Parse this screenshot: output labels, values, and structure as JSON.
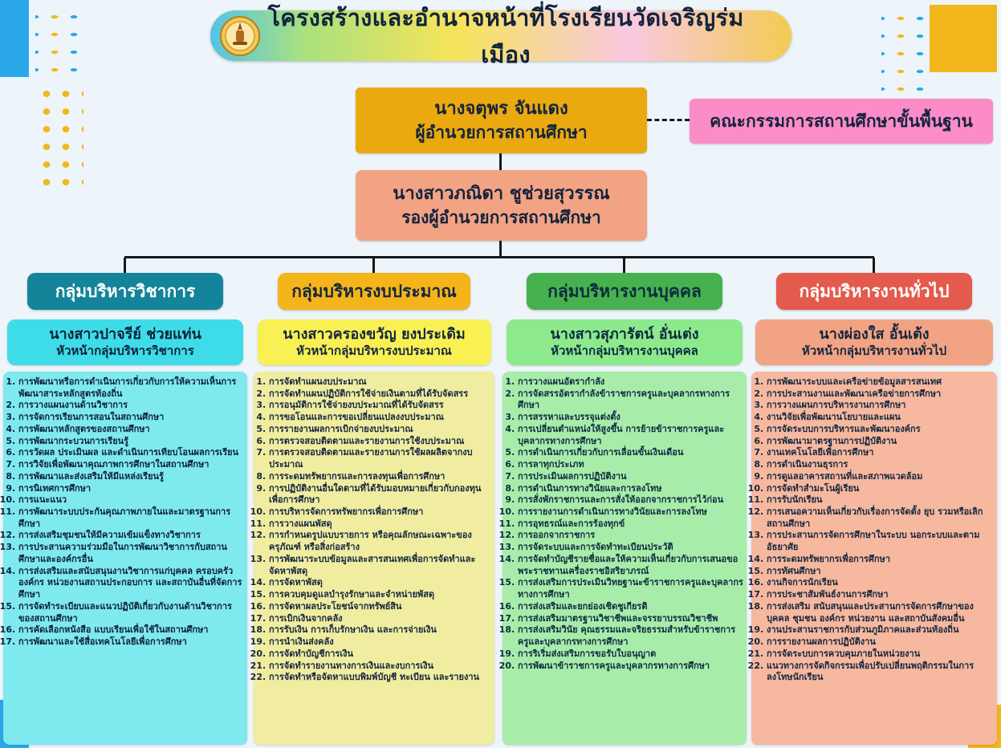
{
  "title": "โครงสร้างและอำนาจหน้าที่โรงเรียนวัดเจริญร่มเมือง",
  "banner": {
    "logo_icon": "ministry-of-education-emblem"
  },
  "colors": {
    "page_bg": "#edf4fa",
    "line": "#17181b",
    "accent_blue": "#2aa7e8",
    "accent_yellow": "#f2b71c",
    "title_text": "#12233d",
    "director_bg": "#e9a90f",
    "committee_bg": "#fb8cc8",
    "deputy_bg": "#f2a384"
  },
  "director": {
    "name": "นางจตุพร จันแดง",
    "role": "ผู้อำนวยการสถานศึกษา"
  },
  "committee": {
    "label": "คณะกรรมการสถานศึกษาขั้นพื้นฐาน"
  },
  "deputy": {
    "name": "นางสาวภณิดา ชูช่วยสุวรรณ",
    "role": "รองผู้อำนวยการสถานศึกษา"
  },
  "groups": [
    {
      "title": "กลุ่มบริหารวิชาการ",
      "head_name": "นางสาวปาจรีย์ ช่วยแท่น",
      "head_role": "หัวหน้ากลุ่มบริหารวิชาการ",
      "colors": {
        "header_bg": "#13849a",
        "header_text": "#ffffff",
        "name_bg": "#3edce8",
        "list_bg": "#7fe9f0",
        "text": "#0d2137"
      },
      "duties": [
        "การพัฒนาหรือการดำเนินการเกี่ยวกับการให้ความเห็นการพัฒนาสาระหลักสูตรท้องถิ่น",
        "การวางแผนงานด้านวิชาการ",
        "การจัดการเรียนการสอนในสถานศึกษา",
        "การพัฒนาหลักสูตรของสถานศึกษา",
        "การพัฒนากระบวนการเรียนรู้",
        "การวัดผล ประเมินผล และดำเนินการเทียบโอนผลการเรียน",
        "การวิจัยเพื่อพัฒนาคุณภาพการศึกษาในสถานศึกษา",
        "การพัฒนาและส่งเสริมให้มีแหล่งเรียนรู้",
        "การนิเทศการศึกษา",
        "การแนะแนว",
        "การพัฒนาระบบประกันคุณภาพภายในและมาตรฐานการศึกษา",
        "การส่งเสริมชุมชนให้มีความเข้มแข็งทางวิชาการ",
        "การประสานความร่วมมือในการพัฒนาวิชาการกับสถานศึกษาและองค์กรอื่น",
        "การส่งเสริมและสนับสนุนงานวิชาการแก่บุคคล ครอบครัว องค์กร หน่วยงานสถานประกอบการ และสถาบันอื่นที่จัดการศึกษา",
        "การจัดทำระเบียบและแนวปฏิบัติเกี่ยวกับงานด้านวิชาการของสถานศึกษา",
        "การคัดเลือกหนังสือ แบบเรียนเพื่อใช้ในสถานศึกษา",
        "การพัฒนาและใช้สื่อเทคโนโลยีเพื่อการศึกษา"
      ]
    },
    {
      "title": "กลุ่มบริหารงบประมาณ",
      "head_name": "นางสาวครองขวัญ ยงประเดิม",
      "head_role": "หัวหน้ากลุ่มบริหารงบประมาณ",
      "colors": {
        "header_bg": "#f4b41a",
        "header_text": "#14263e",
        "name_bg": "#f9f154",
        "list_bg": "#f0eda1",
        "text": "#14263e"
      },
      "duties": [
        "การจัดทำแผนงบประมาณ",
        "การจัดทำแผนปฏิบัติการใช้จ่ายเงินตามที่ได้รับจัดสรร",
        "การอนุมัติการใช้จ่ายงบประมาณที่ได้รับจัดสรร",
        "การขอโอนและการขอเปลี่ยนแปลงงบประมาณ",
        "การรายงานผลการเบิกจ่ายงบประมาณ",
        "การตรวจสอบติดตามและรายงานการใช้งบประมาณ",
        "การตรวจสอบติดตามและรายงานการใช้ผลผลิตจากงบประมาณ",
        "การระดมทรัพยากรและการลงทุนเพื่อการศึกษา",
        "การปฏิบัติงานอื่นใดตามที่ได้รับมอบหมายเกี่ยวกับกองทุนเพื่อการศึกษา",
        "การบริหารจัดการทรัพยากรเพื่อการศึกษา",
        "การวางแผนพัสดุ",
        "การกำหนดรูปแบบรายการ หรือคุณลักษณะเฉพาะของครุภัณฑ์ หรือสิ่งก่อสร้าง",
        "การพัฒนาระบบข้อมูลและสารสนเทศเพื่อการจัดทำและจัดหาพัสดุ",
        "การจัดหาพัสดุ",
        "การควบคุมดูแลบำรุงรักษาและจำหน่ายพัสดุ",
        "การจัดหาผลประโยชน์จากทรัพย์สิน",
        "การเบิกเงินจากคลัง",
        "การรับเงิน การเก็บรักษาเงิน และการจ่ายเงิน",
        "การนำเงินส่งคลัง",
        "การจัดทำบัญชีการเงิน",
        "การจัดทำรายงานทางการเงินและงบการเงิน",
        "การจัดทำหรือจัดหาแบบพิมพ์บัญชี ทะเบียน และรายงาน"
      ]
    },
    {
      "title": "กลุ่มบริหารงานบุคคล",
      "head_name": "นางสาวสุภารัตน์ อั่นเต่ง",
      "head_role": "หัวหน้ากลุ่มบริหารงานบุคคล",
      "colors": {
        "header_bg": "#46b14e",
        "header_text": "#0e2a3f",
        "name_bg": "#8cea8c",
        "list_bg": "#a8ecaa",
        "text": "#0e2a3f"
      },
      "duties": [
        "การวางแผนอัตรากำลัง",
        "การจัดสรรอัตรากำลังข้าราชการครูและบุคลากรทางการศึกษา",
        "การสรรหาและบรรจุแต่งตั้ง",
        "การเปลี่ยนตำแหน่งให้สูงขึ้น การย้ายข้าราชการครูและบุคลากรทางการศึกษา",
        "การดำเนินการเกี่ยวกับการเลื่อนขั้นเงินเดือน",
        "การลาทุกประเภท",
        "การประเมินผลการปฏิบัติงาน",
        "การดำเนินการทางวินัยและการลงโทษ",
        "การสั่งพักราชการและการสั่งให้ออกจากราชการไว้ก่อน",
        "การรายงานการดำเนินการทางวินัยและการลงโทษ",
        "การอุทธรณ์และการร้องทุกข์",
        "การออกจากราชการ",
        "การจัดระบบและการจัดทำทะเบียนประวัติ",
        "การจัดทำบัญชีรายชื่อและให้ความเห็นเกี่ยวกับการเสนอขอพระราชทานเครื่องราชอิสริยาภรณ์",
        "การส่งเสริมการประเมินวิทยฐานะข้าราชการครูและบุคลากรทางการศึกษา",
        "การส่งเสริมและยกย่องเชิดชูเกียรติ",
        "การส่งเสริมมาตรฐานวิชาชีพและจรรยาบรรณวิชาชีพ",
        "การส่งเสริมวินัย คุณธรรมและจริยธรรมสำหรับข้าราชการครูและบุคลากรทางการศึกษา",
        "การริเริ่มส่งเสริมการขอรับใบอนุญาต",
        "การพัฒนาข้าราชการครูและบุคลากรทางการศึกษา"
      ]
    },
    {
      "title": "กลุ่มบริหารงานทั่วไป",
      "head_name": "นางผ่องใส อั้นเต้ง",
      "head_role": "หัวหน้ากลุ่มบริหารงานทั่วไป",
      "colors": {
        "header_bg": "#e45a4d",
        "header_text": "#ffffff",
        "name_bg": "#f2a384",
        "list_bg": "#f6b89f",
        "text": "#14263e"
      },
      "duties": [
        "การพัฒนาระบบและเครือข่ายข้อมูลสารสนเทศ",
        "การประสานงานและพัฒนาเครือข่ายการศึกษา",
        "การวางแผนการบริหารงานการศึกษา",
        "งานวิจัยเพื่อพัฒนานโยบายและแผน",
        "การจัดระบบการบริหารและพัฒนาองค์กร",
        "การพัฒนามาตรฐานการปฏิบัติงาน",
        "งานเทคโนโลยีเพื่อการศึกษา",
        "การดำเนินงานธุรการ",
        "การดูแลอาคารสถานที่และสภาพแวดล้อม",
        "การจัดทำสำมะโนผู้เรียน",
        "การรับนักเรียน",
        "การเสนอความเห็นเกี่ยวกับเรื่องการจัดตั้ง ยุบ รวมหรือเลิกสถานศึกษา",
        "การประสานการจัดการศึกษาในระบบ นอกระบบและตามอัธยาศัย",
        "การระดมทรัพยากรเพื่อการศึกษา",
        "การทัศนศึกษา",
        "งานกิจการนักเรียน",
        "การประชาสัมพันธ์งานการศึกษา",
        "การส่งเสริม สนับสนุนและประสานการจัดการศึกษาของบุคคล ชุมชน องค์กร หน่วยงาน และสถาบันสังคมอื่น",
        "งานประสานราชการกับส่วนภูมิภาคและส่วนท้องถิ่น",
        "การรายงานผลการปฏิบัติงาน",
        "การจัดระบบการควบคุมภายในหน่วยงาน",
        "แนวทางการจัดกิจกรรมเพื่อปรับเปลี่ยนพฤติกรรมในการลงโทษนักเรียน"
      ]
    }
  ]
}
